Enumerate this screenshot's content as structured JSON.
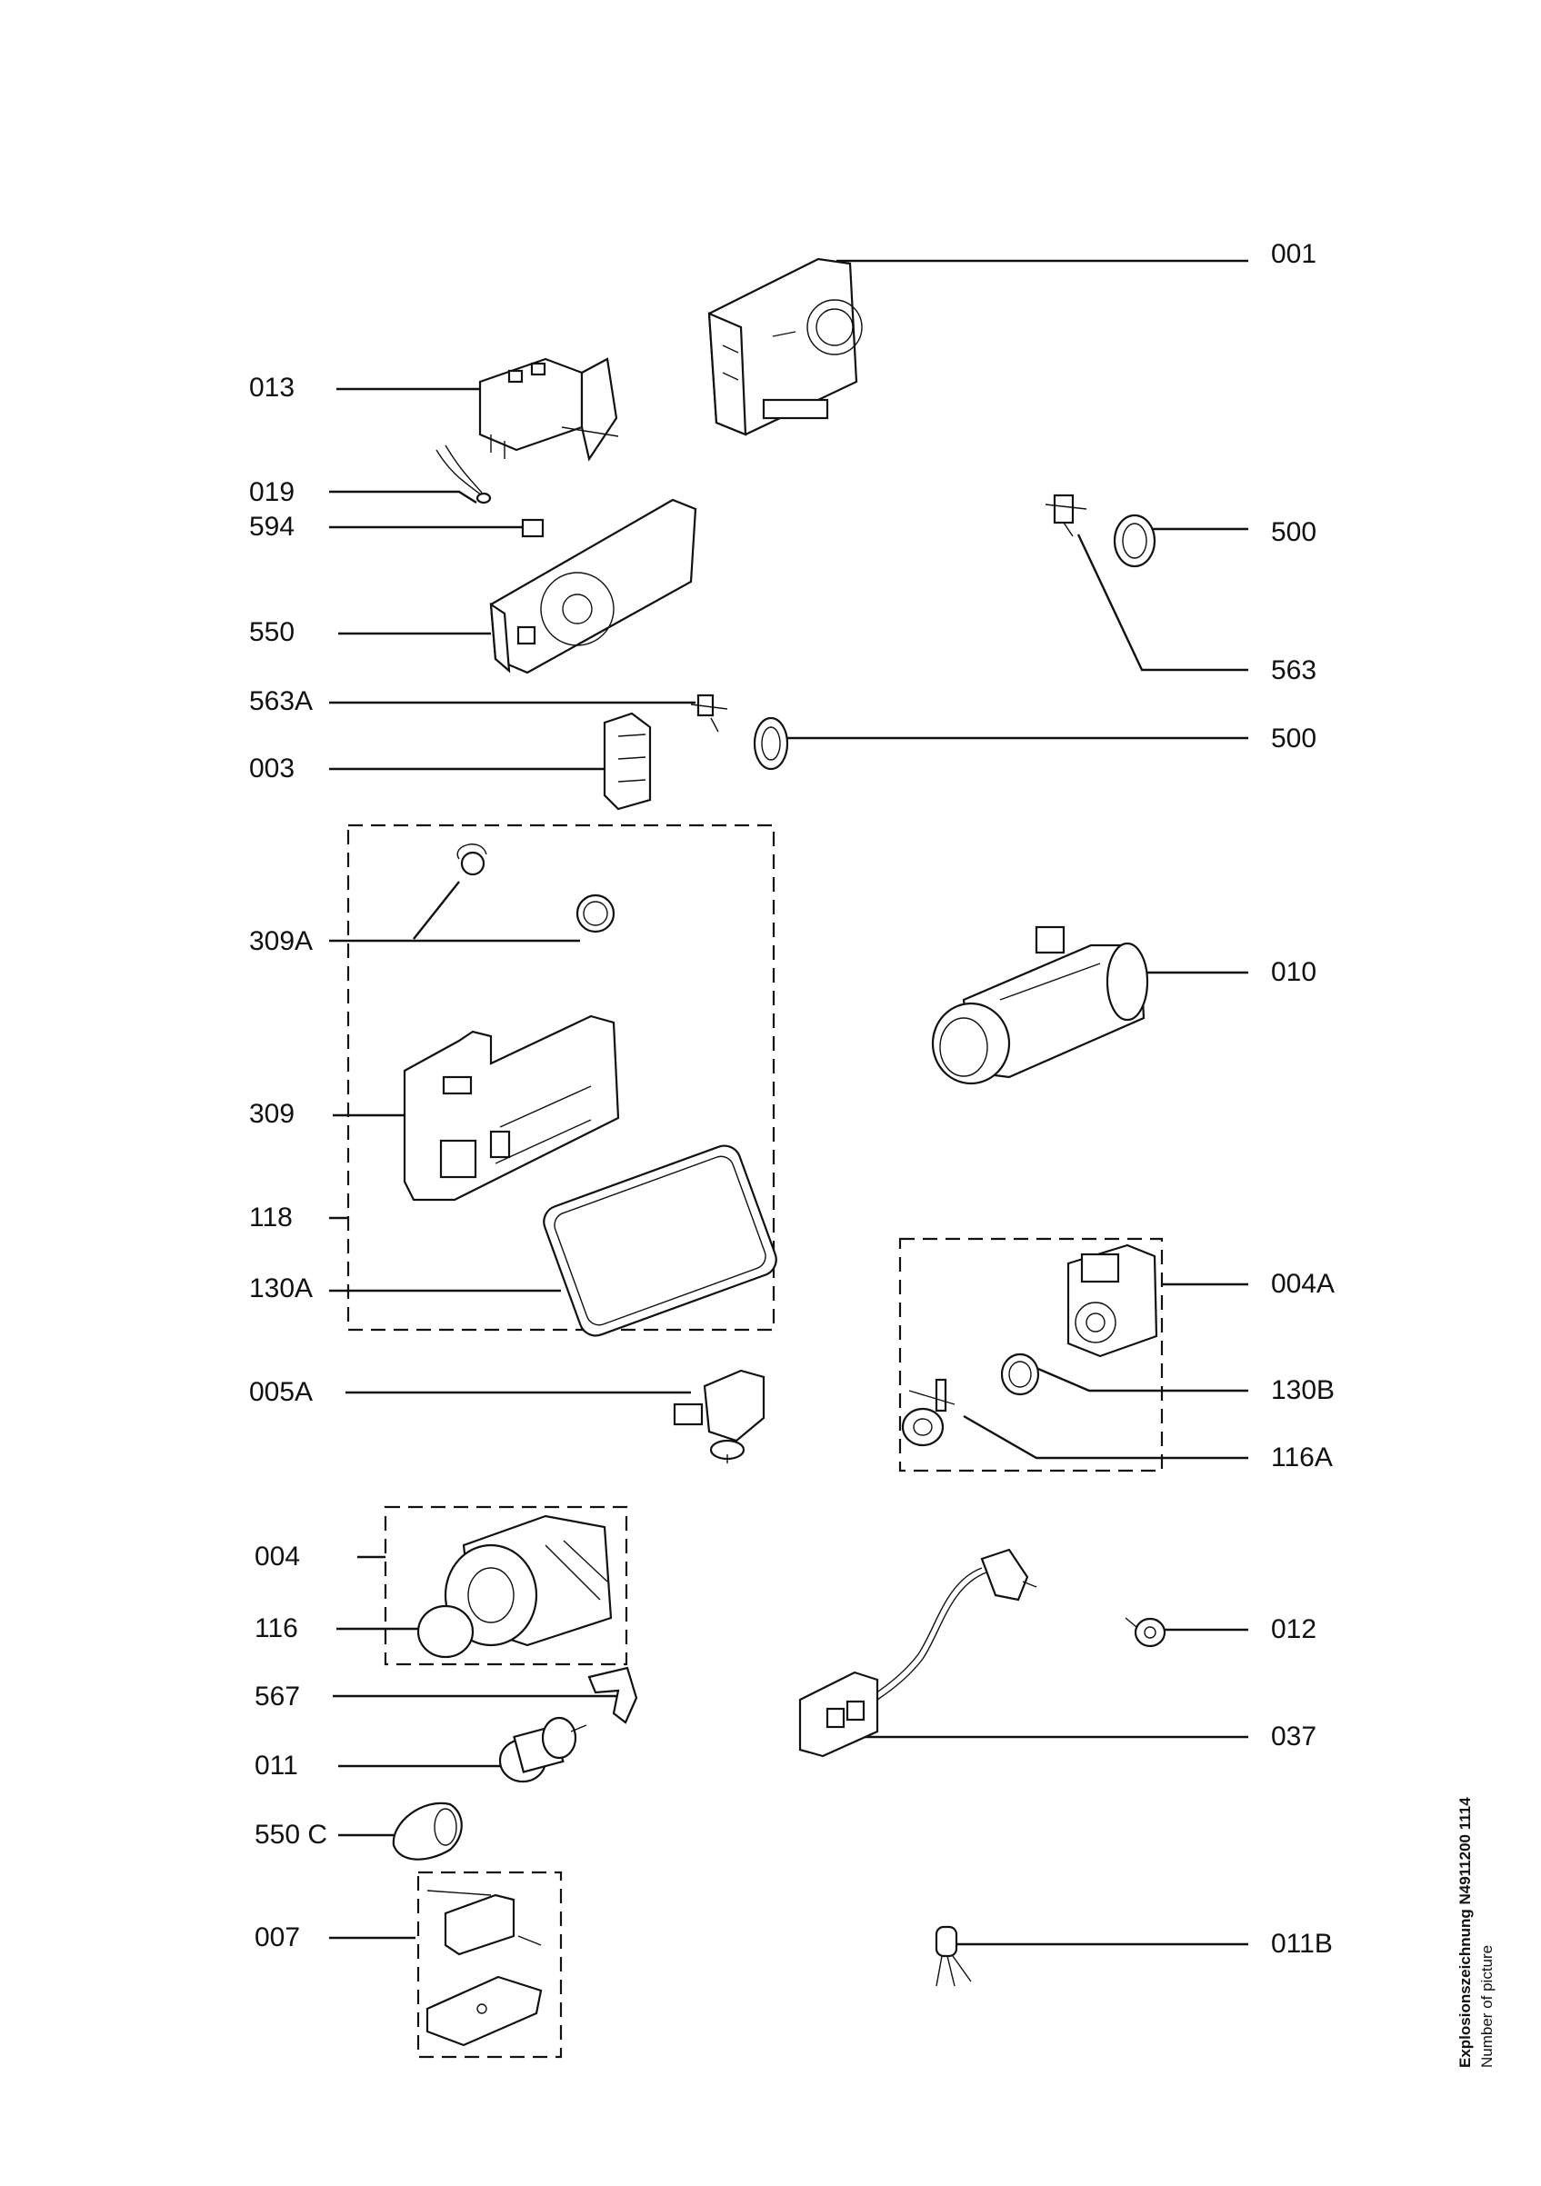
{
  "labels": {
    "p001": "001",
    "p013": "013",
    "p019": "019",
    "p594": "594",
    "p500a": "500",
    "p550": "550",
    "p563": "563",
    "p563A": "563A",
    "p500b": "500",
    "p003": "003",
    "p309A": "309A",
    "p010": "010",
    "p309": "309",
    "p118": "118",
    "p130A": "130A",
    "p004A": "004A",
    "p005A": "005A",
    "p130B": "130B",
    "p116A": "116A",
    "p004": "004",
    "p116": "116",
    "p012": "012",
    "p567": "567",
    "p037": "037",
    "p011": "011",
    "p550C": "550 C",
    "p007": "007",
    "p011B": "011B"
  },
  "caption": {
    "title": "Explosionszeichnung N4911200 1114",
    "subtitle": "Number of picture"
  }
}
